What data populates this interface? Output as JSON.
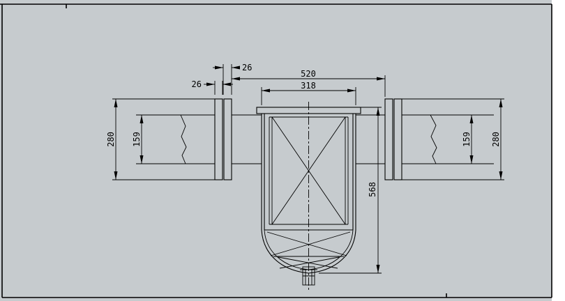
{
  "colors": {
    "page": "#ffffff",
    "background": "#c6cbce",
    "drawing_line": "#000000"
  },
  "dimensions": {
    "left_flange_inner_plate_thickness": "26",
    "left_flange_outer_plate_thickness": "26",
    "flange_to_flange_width": "520",
    "vessel_body_width": "318",
    "left_flange_diameter": "280",
    "left_pipe_diameter": "159",
    "right_pipe_diameter": "159",
    "right_flange_diameter": "280",
    "vessel_height": "568"
  }
}
